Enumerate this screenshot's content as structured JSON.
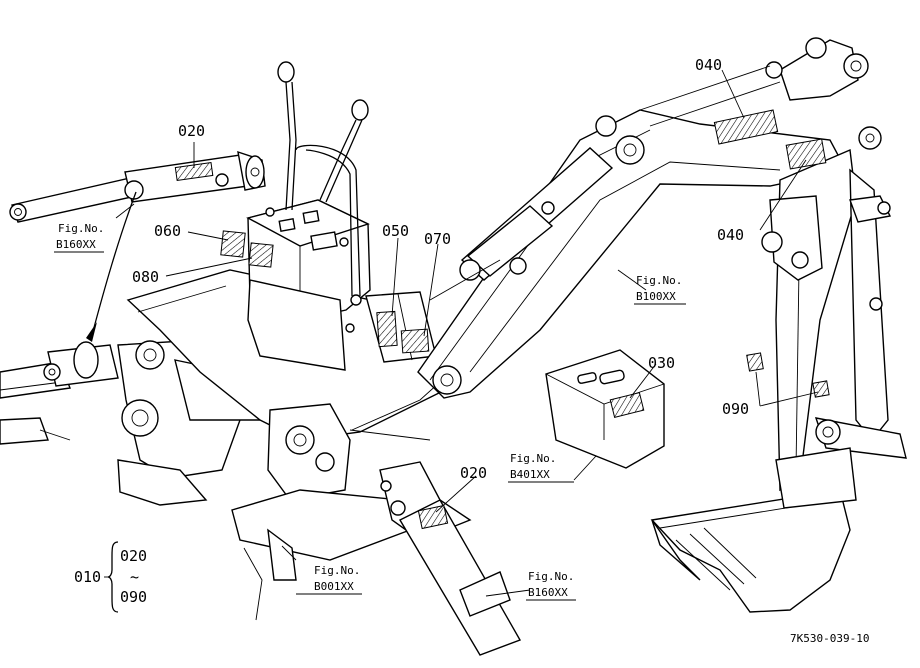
{
  "colors": {
    "ink": "#000000",
    "paper": "#ffffff"
  },
  "labels": {
    "p020_top": "020",
    "p060": "060",
    "p080": "080",
    "p050": "050",
    "p070": "070",
    "p040_top": "040",
    "p040_mid": "040",
    "p030": "030",
    "p090": "090",
    "p020_bottom": "020",
    "p010": "010",
    "bracket_top": "020",
    "bracket_mid": "~",
    "bracket_bottom": "090"
  },
  "figrefs": {
    "fig_left": {
      "line1": "Fig.No.",
      "line2": "B160XX"
    },
    "fig_boom": {
      "line1": "Fig.No.",
      "line2": "B100XX"
    },
    "fig_canopy": {
      "line1": "Fig.No.",
      "line2": "B401XX"
    },
    "fig_frame": {
      "line1": "Fig.No.",
      "line2": "B001XX"
    },
    "fig_bottom": {
      "line1": "Fig.No.",
      "line2": "B160XX"
    }
  },
  "drawing_code": "7K530-039-10"
}
